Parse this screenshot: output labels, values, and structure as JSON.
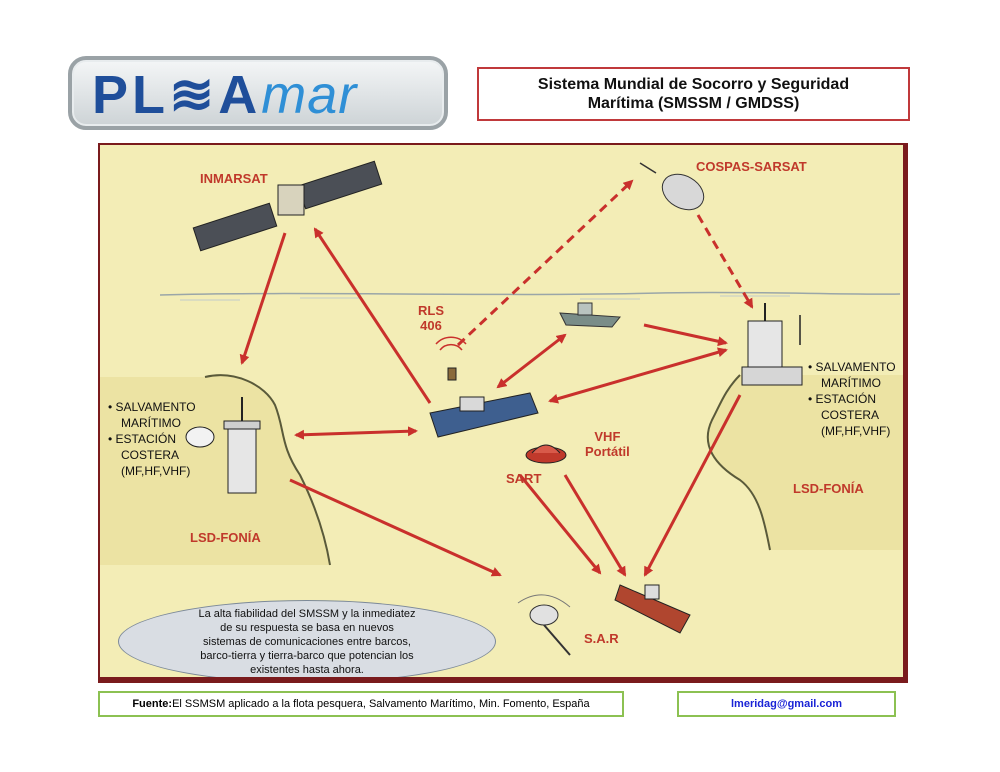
{
  "logo": {
    "part1": "PL≋A",
    "part2": "mar"
  },
  "title": "Sistema Mundial de Socorro y Seguridad\nMarítima (SMSSM / GMDSS)",
  "diagram": {
    "inmarsat": "INMARSAT",
    "cospas": "COSPAS-SARSAT",
    "rls": "RLS\n406",
    "vhf": "VHF\nPortátil",
    "sart": "SART",
    "sar": "S.A.R",
    "lsd_left": "LSD-FONÍA",
    "lsd_right": "LSD-FONÍA",
    "station_left": [
      "SALVAMENTO",
      "MARÍTIMO",
      "ESTACIÓN",
      "COSTERA",
      "(MF,HF,VHF)"
    ],
    "station_right": [
      "SALVAMENTO",
      "MARÍTIMO",
      "ESTACIÓN",
      "COSTERA",
      "(MF,HF,VHF)"
    ]
  },
  "callout": "La alta fiabilidad del SMSSM y la inmediatez\nde su respuesta se basa en nuevos\nsistemas de comunicaciones entre barcos,\nbarco-tierra y tierra-barco que potencian los\nexistentes hasta ahora.",
  "footer": {
    "source_label": "Fuente:",
    "source_text": " El SSMSM aplicado a la flota pesquera, Salvamento Marítimo, Min. Fomento, España",
    "email": "lmeridag@gmail.com"
  },
  "colors": {
    "arrow": "#c9302c",
    "label": "#c0392b",
    "border": "#7a1b1d",
    "email": "#1a23d6"
  }
}
